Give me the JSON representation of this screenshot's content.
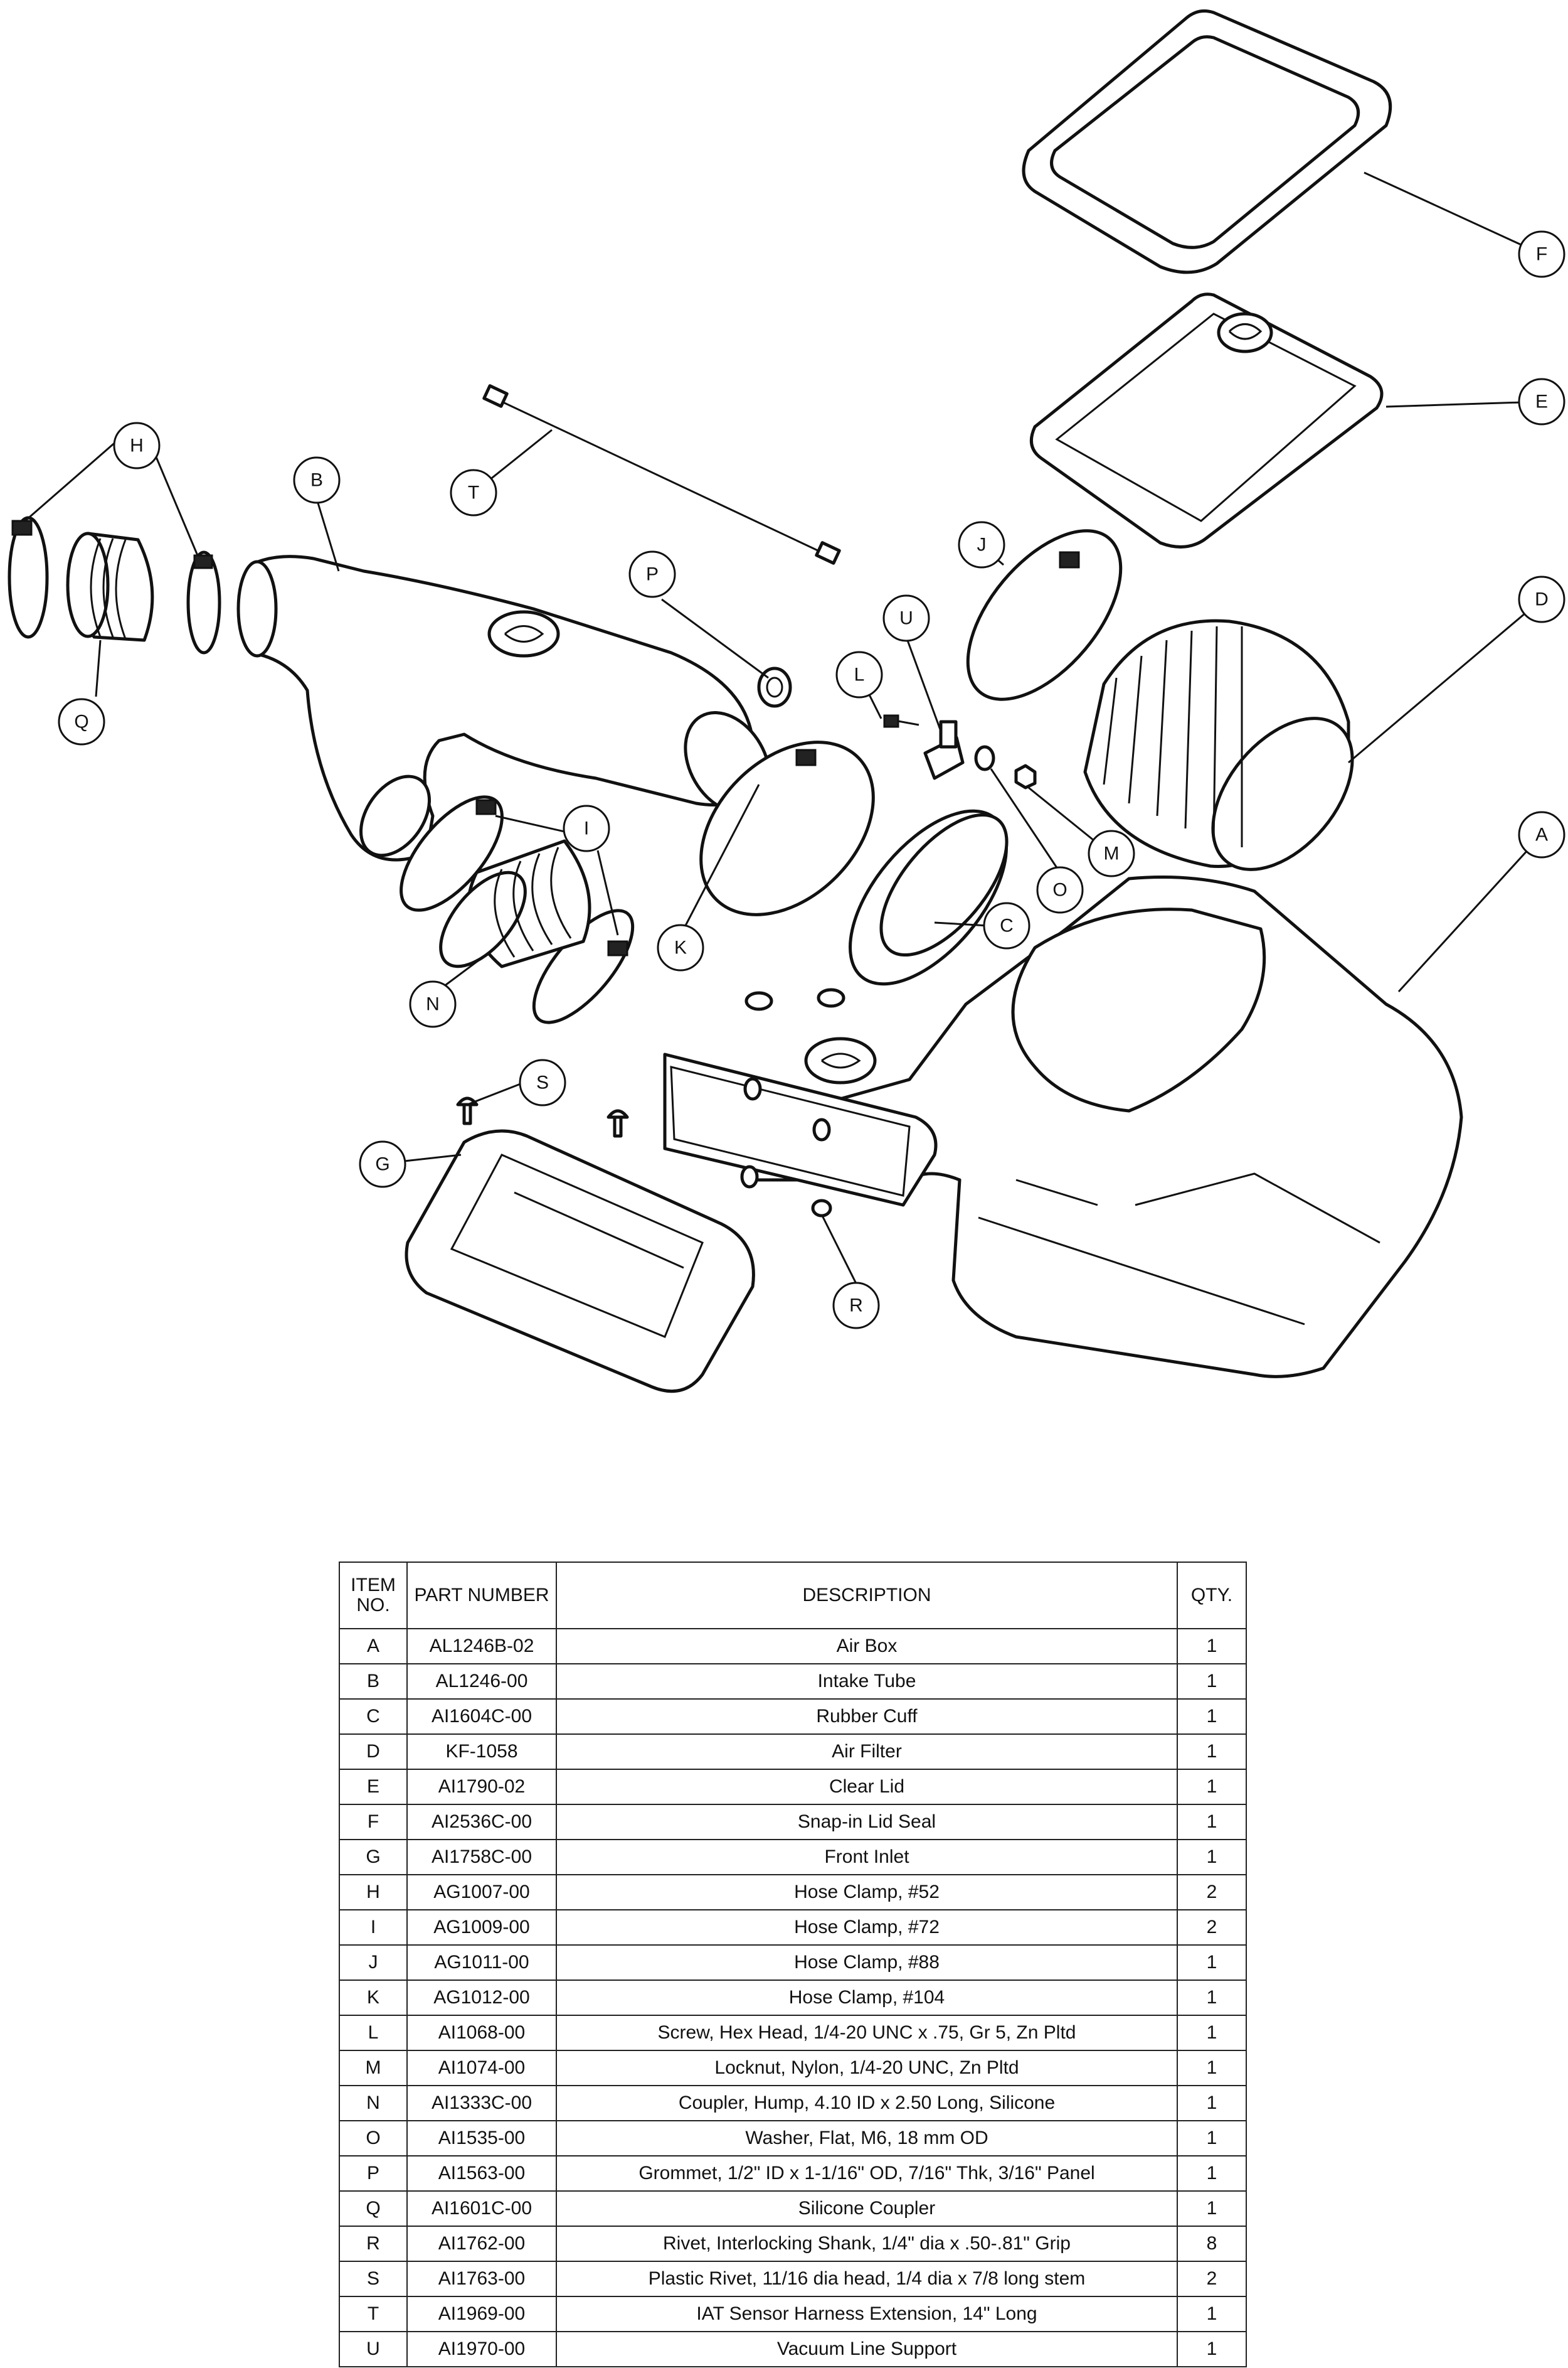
{
  "callouts": [
    "A",
    "B",
    "C",
    "D",
    "E",
    "F",
    "G",
    "H",
    "I",
    "J",
    "K",
    "L",
    "M",
    "N",
    "O",
    "P",
    "Q",
    "R",
    "S",
    "T",
    "U"
  ],
  "table": {
    "headers": {
      "item_no": "ITEM NO.",
      "part_number": "PART NUMBER",
      "description": "DESCRIPTION",
      "qty": "QTY."
    },
    "rows": [
      {
        "item": "A",
        "part": "AL1246B-02",
        "desc": "Air Box",
        "qty": "1"
      },
      {
        "item": "B",
        "part": "AL1246-00",
        "desc": "Intake Tube",
        "qty": "1"
      },
      {
        "item": "C",
        "part": "AI1604C-00",
        "desc": "Rubber Cuff",
        "qty": "1"
      },
      {
        "item": "D",
        "part": "KF-1058",
        "desc": "Air Filter",
        "qty": "1"
      },
      {
        "item": "E",
        "part": "AI1790-02",
        "desc": "Clear Lid",
        "qty": "1"
      },
      {
        "item": "F",
        "part": "AI2536C-00",
        "desc": "Snap-in Lid Seal",
        "qty": "1"
      },
      {
        "item": "G",
        "part": "AI1758C-00",
        "desc": "Front Inlet",
        "qty": "1"
      },
      {
        "item": "H",
        "part": "AG1007-00",
        "desc": "Hose Clamp, #52",
        "qty": "2"
      },
      {
        "item": "I",
        "part": "AG1009-00",
        "desc": "Hose Clamp, #72",
        "qty": "2"
      },
      {
        "item": "J",
        "part": "AG1011-00",
        "desc": "Hose Clamp, #88",
        "qty": "1"
      },
      {
        "item": "K",
        "part": "AG1012-00",
        "desc": "Hose Clamp, #104",
        "qty": "1"
      },
      {
        "item": "L",
        "part": "AI1068-00",
        "desc": "Screw, Hex Head, 1/4-20 UNC x .75, Gr 5, Zn Pltd",
        "qty": "1"
      },
      {
        "item": "M",
        "part": "AI1074-00",
        "desc": "Locknut, Nylon, 1/4-20 UNC, Zn Pltd",
        "qty": "1"
      },
      {
        "item": "N",
        "part": "AI1333C-00",
        "desc": "Coupler, Hump, 4.10 ID x 2.50 Long, Silicone",
        "qty": "1"
      },
      {
        "item": "O",
        "part": "AI1535-00",
        "desc": "Washer, Flat, M6, 18 mm OD",
        "qty": "1"
      },
      {
        "item": "P",
        "part": "AI1563-00",
        "desc": "Grommet, 1/2\" ID x 1-1/16\" OD, 7/16\" Thk, 3/16\" Panel",
        "qty": "1"
      },
      {
        "item": "Q",
        "part": "AI1601C-00",
        "desc": "Silicone Coupler",
        "qty": "1"
      },
      {
        "item": "R",
        "part": "AI1762-00",
        "desc": "Rivet, Interlocking Shank, 1/4\" dia x .50-.81\" Grip",
        "qty": "8"
      },
      {
        "item": "S",
        "part": "AI1763-00",
        "desc": "Plastic Rivet, 11/16 dia head, 1/4 dia x 7/8 long stem",
        "qty": "2"
      },
      {
        "item": "T",
        "part": "AI1969-00",
        "desc": "IAT Sensor Harness Extension, 14\" Long",
        "qty": "1"
      },
      {
        "item": "U",
        "part": "AI1970-00",
        "desc": "Vacuum Line Support",
        "qty": "1"
      }
    ]
  }
}
